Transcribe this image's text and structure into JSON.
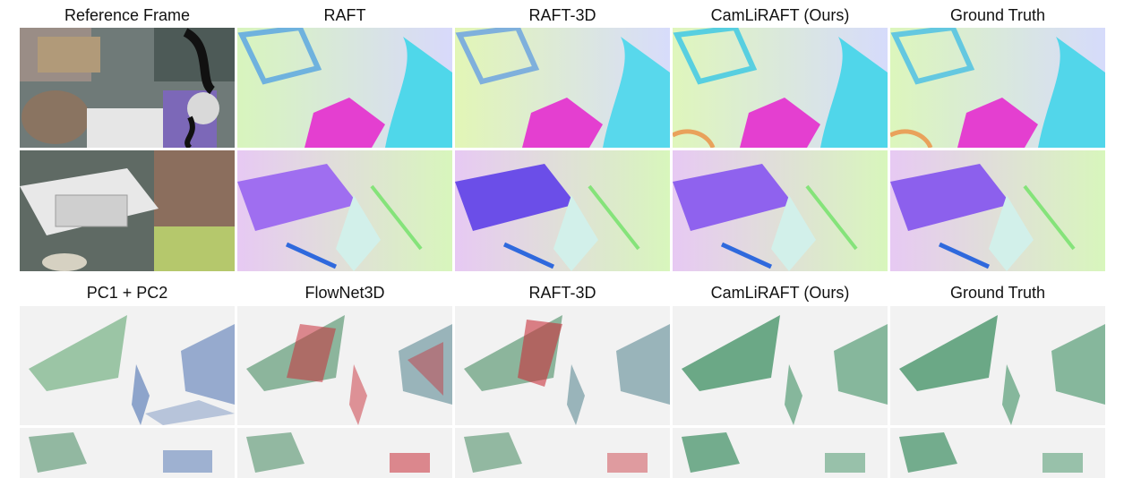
{
  "figure": {
    "top_headers": [
      "Reference Frame",
      "RAFT",
      "RAFT-3D",
      "CamLiRAFT (Ours)",
      "Ground Truth"
    ],
    "bottom_headers": [
      "PC1 + PC2",
      "FlowNet3D",
      "RAFT-3D",
      "CamLiRAFT (Ours)",
      "Ground Truth"
    ]
  },
  "colors": {
    "flow_green": "#d7f7b8",
    "flow_magenta": "#e43fd0",
    "flow_cyan": "#4fd7ea",
    "flow_purple": "#7a52e8",
    "pc_green": "#3d8f62",
    "pc_blue": "#4a6fb0",
    "pc_red": "#c8303a",
    "pc_background": "#f2f2f2"
  }
}
